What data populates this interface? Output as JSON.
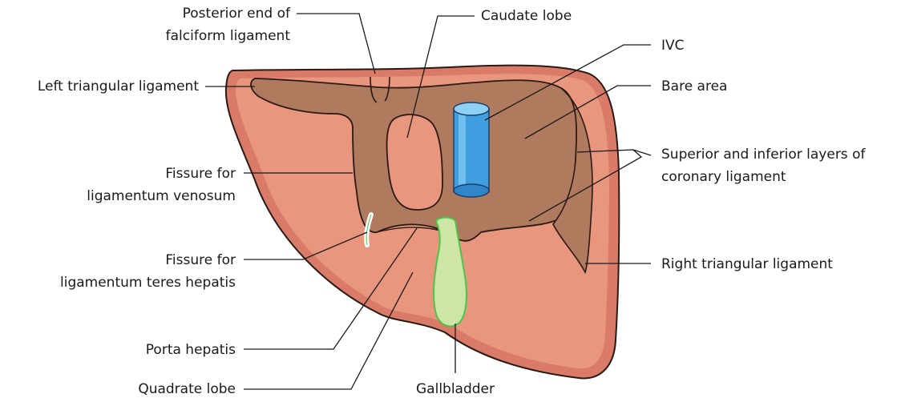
{
  "diagram": {
    "labels": {
      "posterior_falciform_line1": "Posterior end of",
      "posterior_falciform_line2": "falciform ligament",
      "caudate_lobe": "Caudate lobe",
      "ivc": "IVC",
      "bare_area": "Bare area",
      "left_triangular": "Left triangular ligament",
      "coronary_line1": "Superior and inferior layers of",
      "coronary_line2": "coronary ligament",
      "fissure_venosum_line1": "Fissure for",
      "fissure_venosum_line2": "ligamentum venosum",
      "right_triangular": "Right triangular ligament",
      "fissure_teres_line1": "Fissure for",
      "fissure_teres_line2": "ligamentum teres hepatis",
      "porta_hepatis": "Porta hepatis",
      "quadrate_lobe": "Quadrate lobe",
      "gallbladder": "Gallbladder"
    },
    "colors": {
      "liver_outer": "#d97b68",
      "liver_inner": "#e8967e",
      "bare_area": "#b07a5e",
      "outline": "#2a1a14",
      "ivc_blue": "#3f9fe0",
      "ivc_light": "#8fd0f5",
      "gallbladder_fill": "#cde6a6",
      "gallbladder_stroke": "#4cc44c"
    }
  }
}
